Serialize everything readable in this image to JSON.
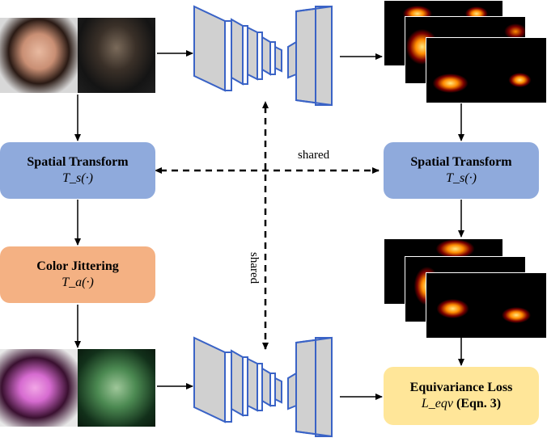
{
  "boxes": {
    "spatial_left": {
      "title": "Spatial Transform",
      "formula": "T_s(·)"
    },
    "color_jitter": {
      "title": "Color Jittering",
      "formula": "T_a(·)"
    },
    "spatial_right": {
      "title": "Spatial Transform",
      "formula": "T_s(·)"
    },
    "loss": {
      "title": "Equivariance Loss",
      "formula": "L_eqv",
      "ref": "(Eqn. 3)"
    }
  },
  "labels": {
    "shared_horizontal": "shared",
    "shared_vertical": "shared"
  },
  "colors": {
    "spatial": "#8faadc",
    "jitter": "#f4b183",
    "loss": "#ffe699",
    "network_outline": "#3a63c6",
    "network_fill": "#d0d0d0"
  }
}
